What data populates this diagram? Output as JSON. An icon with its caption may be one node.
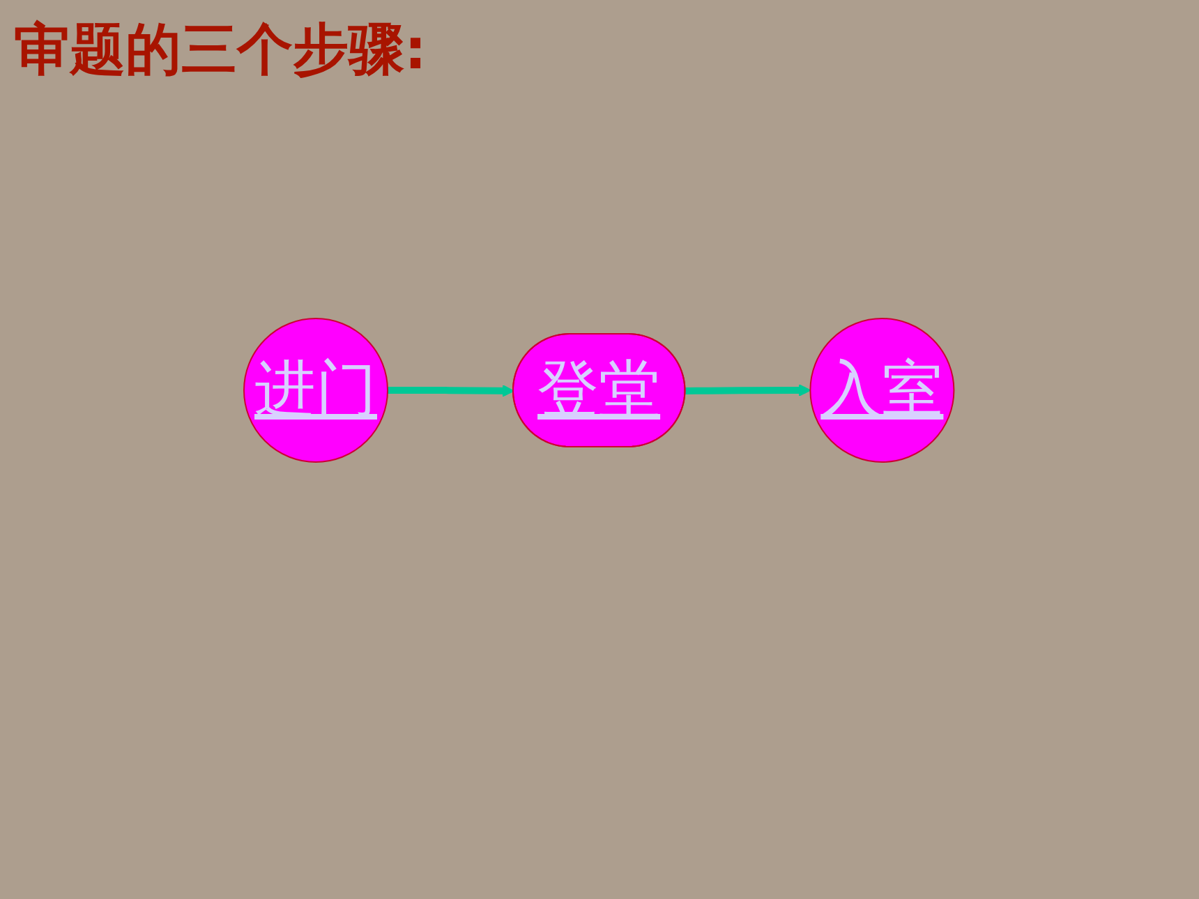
{
  "diagram": {
    "title": "审题的三个步骤:",
    "nodes": [
      {
        "text": [
          "进门"
        ]
      },
      {
        "text": [
          "登堂"
        ]
      },
      {
        "text": [
          "入室"
        ]
      }
    ],
    "edges": [
      {
        "from": 0,
        "to": 1,
        "arrow": "to"
      },
      {
        "from": 1,
        "to": 2,
        "arrow": "to"
      }
    ]
  }
}
